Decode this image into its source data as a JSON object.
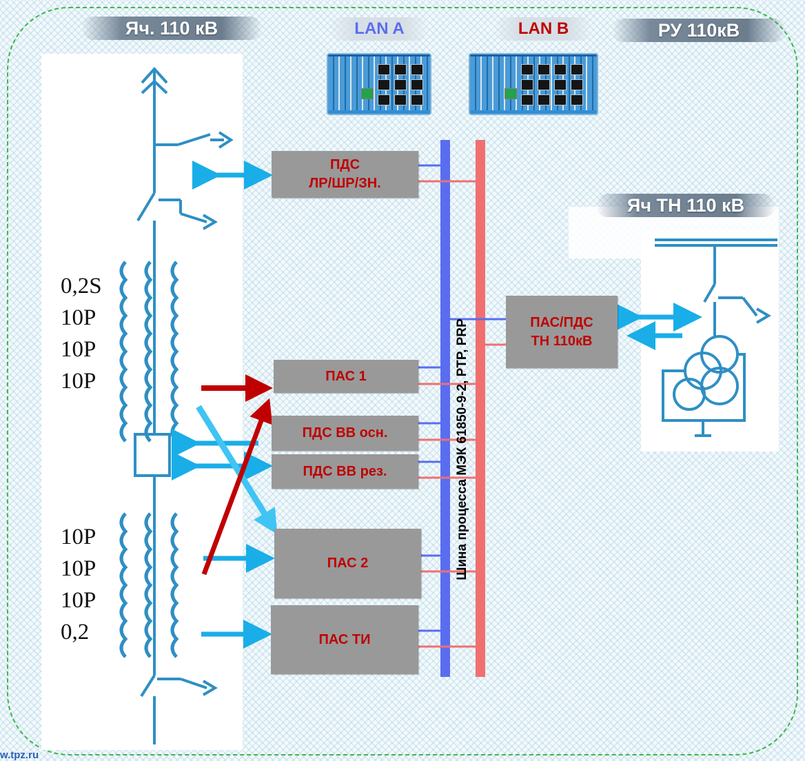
{
  "headers": {
    "cell": "Яч. 110 кВ",
    "lan_a": "LAN A",
    "lan_b": "LAN B",
    "ru": "РУ 110кВ",
    "vt_cell": "Яч ТН 110 кВ"
  },
  "lan_a_color": "#5a6df0",
  "lan_b_color": "#c00000",
  "bus_a_color": "#5a6df0",
  "bus_b_color": "#f07070",
  "signal_arrow_color": "#19aee8",
  "red_arrow_color": "#c00000",
  "bus_label": "Шина процесса МЭК 61850-9-2, PTP, PRP",
  "devices": {
    "pds_disconnectors": [
      "ПДС",
      "ЛР/ШР/ЗН."
    ],
    "pas1": "ПАС 1",
    "pds_cb_main": "ПДС ВВ осн.",
    "pds_cb_reserve": "ПДС ВВ рез.",
    "pas2": "ПАС 2",
    "pas_ti": "ПАС ТИ",
    "pas_pds_vt": [
      "ПАС/ПДС",
      "ТН 110кВ"
    ]
  },
  "ct_upper": [
    "0,2S",
    "10P",
    "10P",
    "10P"
  ],
  "ct_lower": [
    "10P",
    "10P",
    "10P",
    "0,2"
  ],
  "footer": "w.tpz.ru"
}
